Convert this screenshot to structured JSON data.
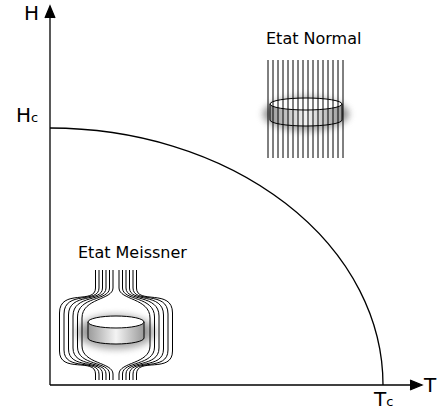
{
  "diagram": {
    "labels": [
      "H",
      "Hc",
      "Etat Normal",
      "Etat Meissner",
      "Tc",
      "T"
    ]
  }
}
